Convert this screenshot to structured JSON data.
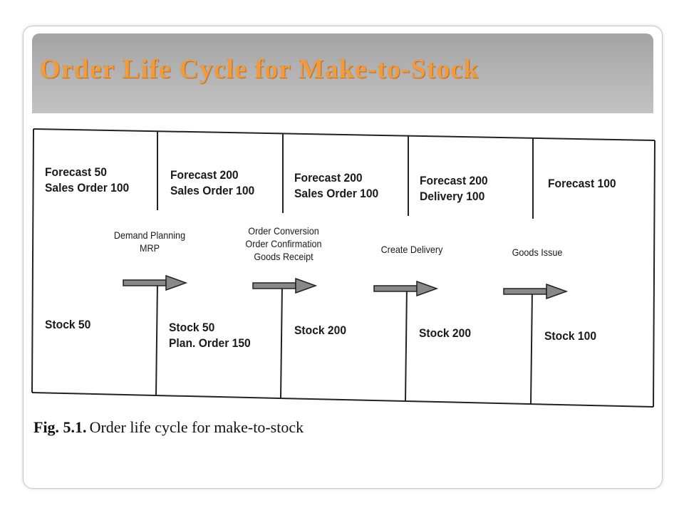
{
  "slide": {
    "title": "Order Life Cycle for Make-to-Stock"
  },
  "diagram": {
    "top_cells": [
      {
        "line1": "Forecast 50",
        "line2": "Sales Order 100"
      },
      {
        "line1": "Forecast 200",
        "line2": "Sales Order 100"
      },
      {
        "line1": "Forecast 200",
        "line2": "Sales Order 100"
      },
      {
        "line1": "Forecast 200",
        "line2": "Delivery 100"
      },
      {
        "line1": "Forecast 100",
        "line2": ""
      }
    ],
    "steps": [
      {
        "lines": [
          "Demand Planning",
          "MRP"
        ]
      },
      {
        "lines": [
          "Order Conversion",
          "Order Confirmation",
          "Goods Receipt"
        ]
      },
      {
        "lines": [
          "Create Delivery"
        ]
      },
      {
        "lines": [
          "Goods Issue"
        ]
      }
    ],
    "bottom_cells": [
      {
        "line1": "Stock 50",
        "line2": ""
      },
      {
        "line1": "Stock 50",
        "line2": "Plan. Order 150"
      },
      {
        "line1": "Stock 200",
        "line2": ""
      },
      {
        "line1": "Stock 200",
        "line2": ""
      },
      {
        "line1": "Stock 100",
        "line2": ""
      }
    ],
    "caption": {
      "label": "Fig. 5.1.",
      "text": "Order life cycle for make-to-stock"
    }
  }
}
